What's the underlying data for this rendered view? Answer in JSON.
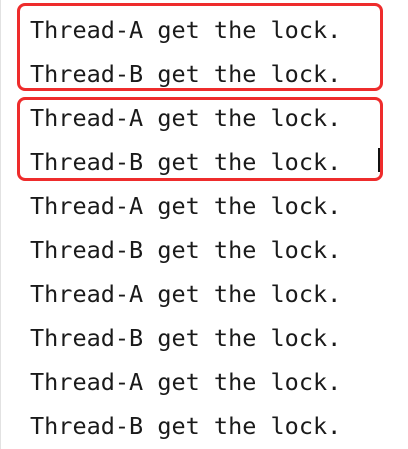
{
  "console": {
    "lines": [
      "Thread-A get the lock.",
      "Thread-B get the lock.",
      "Thread-A get the lock.",
      "Thread-B get the lock.",
      "Thread-A get the lock.",
      "Thread-B get the lock.",
      "Thread-A get the lock.",
      "Thread-B get the lock.",
      "Thread-A get the lock.",
      "Thread-B get the lock."
    ]
  },
  "highlight": {
    "color": "#ee2c2c",
    "groups": [
      [
        0,
        1
      ],
      [
        2,
        3
      ]
    ]
  }
}
